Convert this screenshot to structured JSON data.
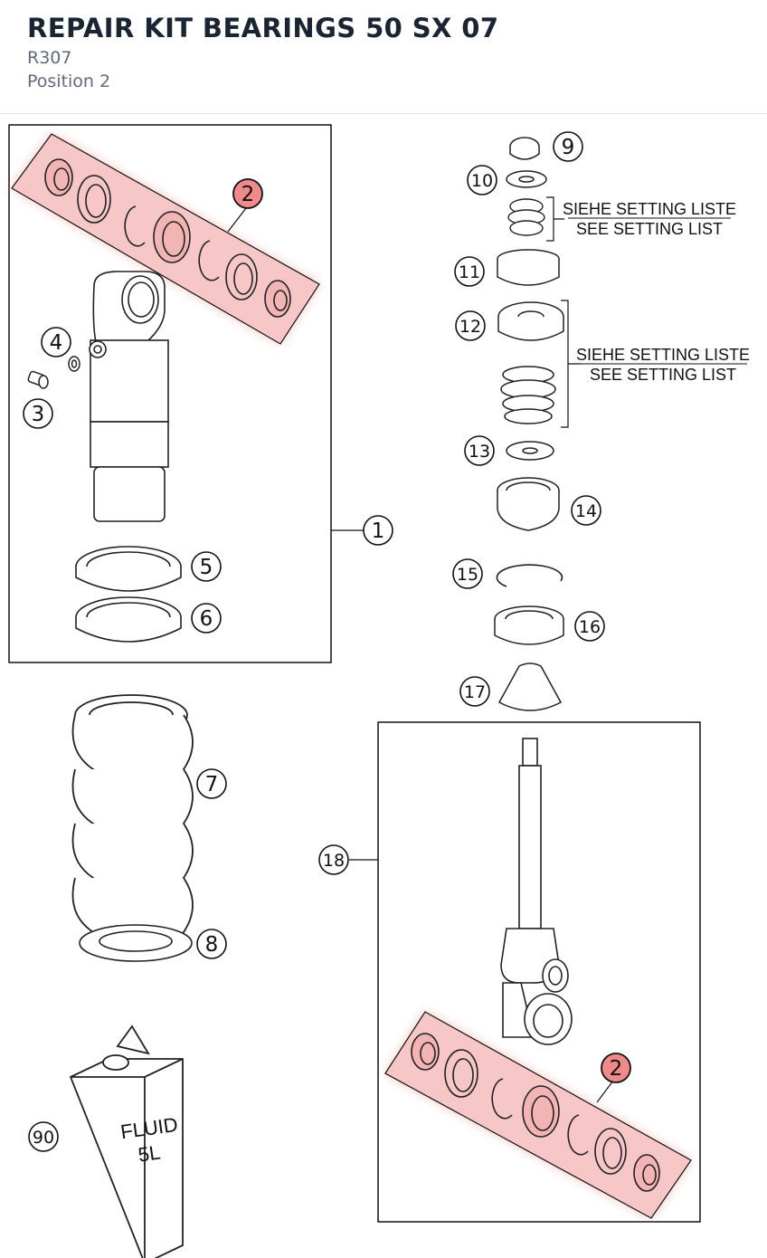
{
  "header": {
    "title": "REPAIR KIT BEARINGS 50 SX 07",
    "code": "R307",
    "position": "Position 2"
  },
  "callouts": {
    "c1": "1",
    "c2a": "2",
    "c2b": "2",
    "c3": "3",
    "c4": "4",
    "c5": "5",
    "c6": "6",
    "c7": "7",
    "c8": "8",
    "c9": "9",
    "c10": "10",
    "c11": "11",
    "c12": "12",
    "c13": "13",
    "c14": "14",
    "c15": "15",
    "c16": "16",
    "c17": "17",
    "c18": "18",
    "c90": "90"
  },
  "notes": {
    "de": "SIEHE SETTING LISTE",
    "en": "SEE SETTING LIST"
  },
  "can": {
    "line1": "FLUID",
    "line2": "5L"
  },
  "colors": {
    "highlight": "#f2b5b5",
    "highlight_glow": "#ec8f8f",
    "line": "#111111",
    "header_text": "#1b2433",
    "subtext": "#5f6b7a"
  }
}
